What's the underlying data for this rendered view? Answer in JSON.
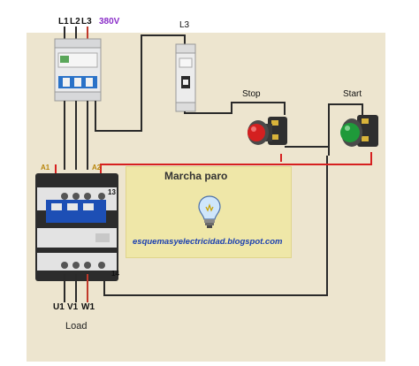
{
  "supply": {
    "l1": "L1",
    "l2": "L2",
    "l3": "L3",
    "voltage": "380V"
  },
  "control_phase": "L3",
  "buttons": {
    "stop": "Stop",
    "start": "Start"
  },
  "contactor": {
    "a1": "A1",
    "a2": "A2",
    "aux_13": "13",
    "aux_14": "14"
  },
  "outputs": {
    "u1": "U1",
    "v1": "V1",
    "w1": "W1",
    "load": "Load"
  },
  "card": {
    "title": "Marcha paro",
    "blog": "esquemasyelectricidad.blogspot.com"
  },
  "colors": {
    "background": "#ede5cf",
    "card": "#efe7a8",
    "wire": "#333333",
    "control_wire": "#d62020",
    "voltage": "#8b2fc9",
    "stop_button": "#d42020",
    "start_button": "#1f9a3a"
  },
  "icons": [
    "circuit-breaker-3pole-icon",
    "circuit-breaker-1pole-icon",
    "stop-pushbutton-icon",
    "start-pushbutton-icon",
    "contactor-icon",
    "light-bulb-icon"
  ]
}
